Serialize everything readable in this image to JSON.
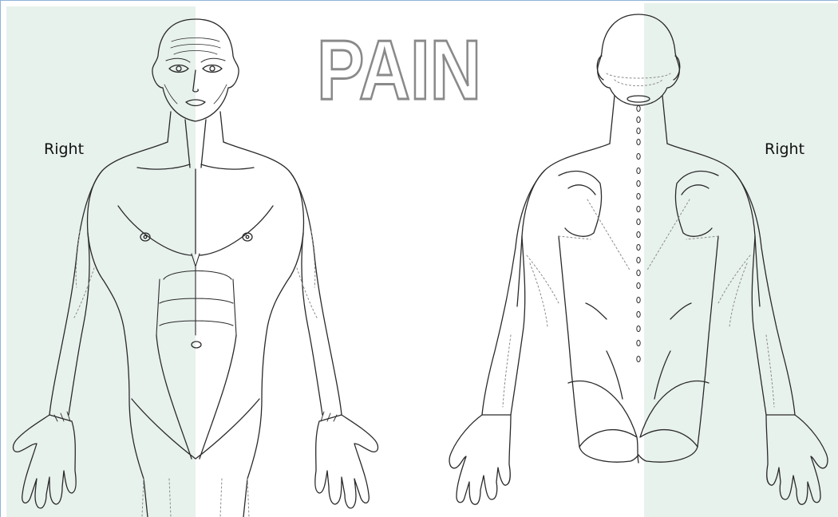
{
  "title": "PAIN",
  "labels": {
    "front_side": "Right",
    "back_side": "Right"
  },
  "colors": {
    "highlight": "#e8f2ed",
    "outline": "#2a2a2a",
    "dotted": "#8a8a8a",
    "title_fill": "#ffffff",
    "title_stroke": "#8a8a8a"
  },
  "figures": [
    {
      "view": "front",
      "side_shaded": "right"
    },
    {
      "view": "back",
      "side_shaded": "right"
    }
  ]
}
